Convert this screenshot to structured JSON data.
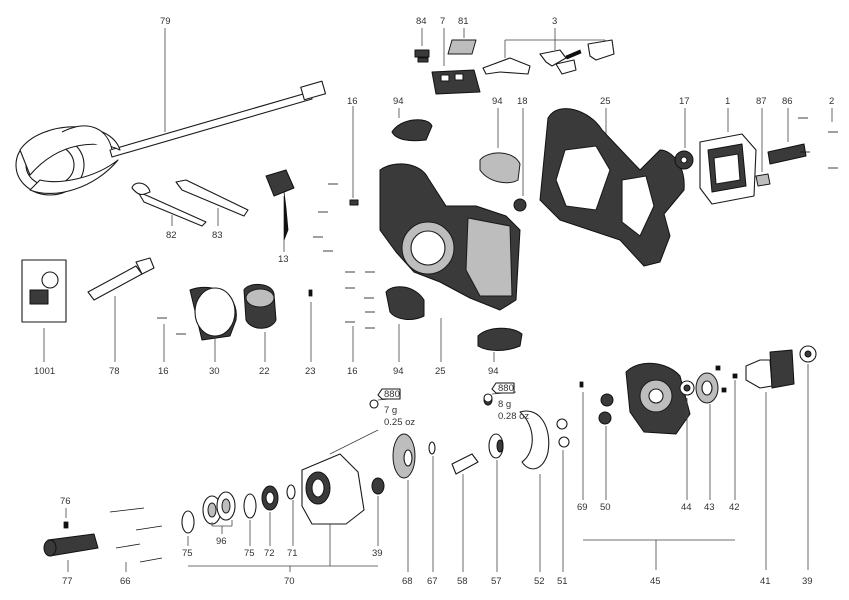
{
  "callouts": {
    "c79": "79",
    "c84": "84",
    "c81": "81",
    "c7": "7",
    "c3": "3",
    "c16a": "16",
    "c94a": "94",
    "c94b": "94",
    "c18": "18",
    "c25a": "25",
    "c17": "17",
    "c1": "1",
    "c87": "87",
    "c86": "86",
    "c2": "2",
    "c82": "82",
    "c83": "83",
    "c13": "13",
    "c1001": "1001",
    "c78": "78",
    "c16b": "16",
    "c30": "30",
    "c22": "22",
    "c23": "23",
    "c16c": "16",
    "c94c": "94",
    "c25b": "25",
    "c94d": "94",
    "c69": "69",
    "c50": "50",
    "c44": "44",
    "c43": "43",
    "c42": "42",
    "c76": "76",
    "c77": "77",
    "c66": "66",
    "c75a": "75",
    "c96": "96",
    "c75b": "75",
    "c72": "72",
    "c71": "71",
    "c39a": "39",
    "c70": "70",
    "c68": "68",
    "c67": "67",
    "c58": "58",
    "c57": "57",
    "c52": "52",
    "c51": "51",
    "c45": "45",
    "c41": "41",
    "c39b": "39"
  },
  "grease_note_1": {
    "code": "880",
    "weight_g": "7 g",
    "weight_oz": "0.25 oz"
  },
  "grease_note_2": {
    "code": "880",
    "weight_g": "8 g",
    "weight_oz": "0.28 oz"
  }
}
